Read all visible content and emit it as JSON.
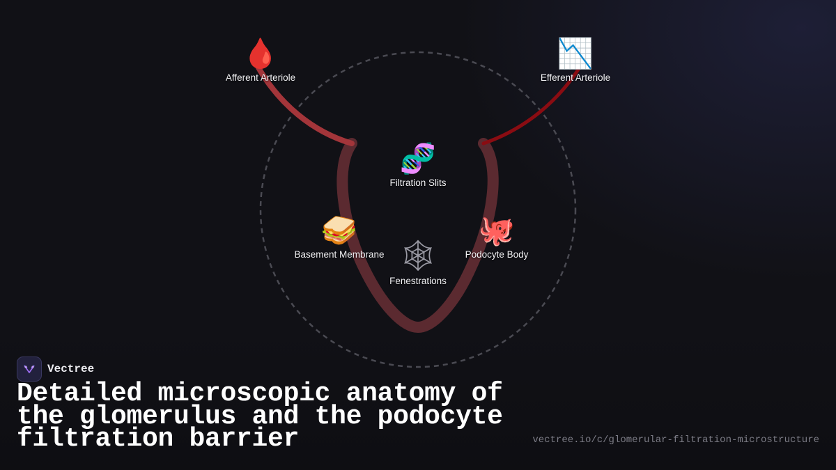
{
  "diagram": {
    "nodes": [
      {
        "id": "afferent",
        "icon": "🩸",
        "icon_name": "blood-drop-icon",
        "label": "Afferent Arteriole"
      },
      {
        "id": "efferent",
        "icon": "📉",
        "icon_name": "chart-decreasing-icon",
        "label": "Efferent Arteriole"
      },
      {
        "id": "filtration-slits",
        "icon": "🧬",
        "icon_name": "dna-icon",
        "label": "Filtration Slits"
      },
      {
        "id": "basement-membrane",
        "icon": "🥪",
        "icon_name": "sandwich-icon",
        "label": "Basement Membrane"
      },
      {
        "id": "podocyte-body",
        "icon": "🐙",
        "icon_name": "octopus-icon",
        "label": "Podocyte Body"
      },
      {
        "id": "fenestrations",
        "icon": "🕸",
        "icon_name": "spider-web-icon",
        "label": "Fenestrations"
      }
    ],
    "colors": {
      "afferent_vessel": "#a3353a",
      "efferent_vessel": "#8a0c12",
      "capillary_loop": "#5b2a30",
      "dashed_circle": "#4a4a52",
      "background": "#111116"
    }
  },
  "brand": {
    "name": "Vectree"
  },
  "title": "Detailed microscopic anatomy of the glomerulus and the podocyte filtration barrier",
  "url": "vectree.io/c/glomerular-filtration-microstructure"
}
